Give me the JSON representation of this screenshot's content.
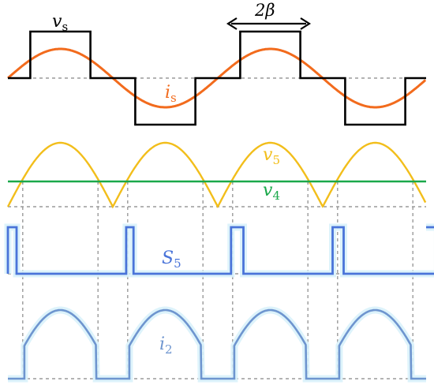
{
  "labels": {
    "vs": {
      "main": "v",
      "sub": "s"
    },
    "is": {
      "main": "i",
      "sub": "s"
    },
    "two_beta": {
      "main": "2β"
    },
    "v5": {
      "main": "v",
      "sub": "5"
    },
    "v4": {
      "main": "v",
      "sub": "4"
    },
    "S5": {
      "main": "S",
      "sub": "5"
    },
    "i2": {
      "main": "i",
      "sub": "2"
    }
  },
  "colors": {
    "vs": "#000000",
    "is": "#f26b1d",
    "v5": "#f2be1b",
    "v4": "#1aa84a",
    "S5": "#4a74d9",
    "i2": "#6e95cf",
    "i2_glow": "#d9f2fb",
    "dashed": "#9a9a9a",
    "arrow": "#000000"
  },
  "icons": {
    "two_beta_arrow": "double-headed-arrow"
  },
  "waveforms": {
    "half_period": 3.14159,
    "pulse_width_2beta": 1.8,
    "v4_level": 0.43,
    "S5_on_segments": [
      [
        0,
        0.26
      ],
      [
        3.54,
        3.76
      ],
      [
        6.68,
        7.05
      ],
      [
        9.72,
        10.05
      ],
      [
        12.86,
        13.0
      ]
    ]
  }
}
